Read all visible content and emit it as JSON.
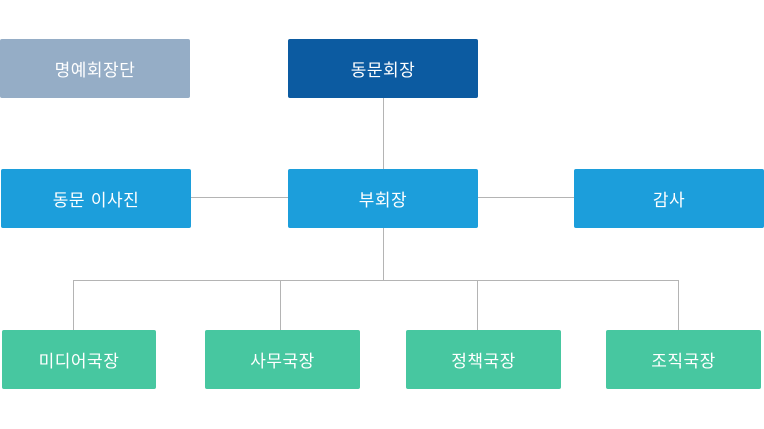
{
  "org_chart": {
    "honorary": "명예회장단",
    "president": "동문회장",
    "board": "동문 이사진",
    "vice_president": "부회장",
    "auditor": "감사",
    "departments": [
      "미디어국장",
      "사무국장",
      "정책국장",
      "조직국장"
    ]
  },
  "colors": {
    "honorary": "#95adc6",
    "president": "#0c5ba1",
    "middle_row": "#1c9edb",
    "departments": "#47c7a0",
    "connector": "#b4b4b4"
  }
}
